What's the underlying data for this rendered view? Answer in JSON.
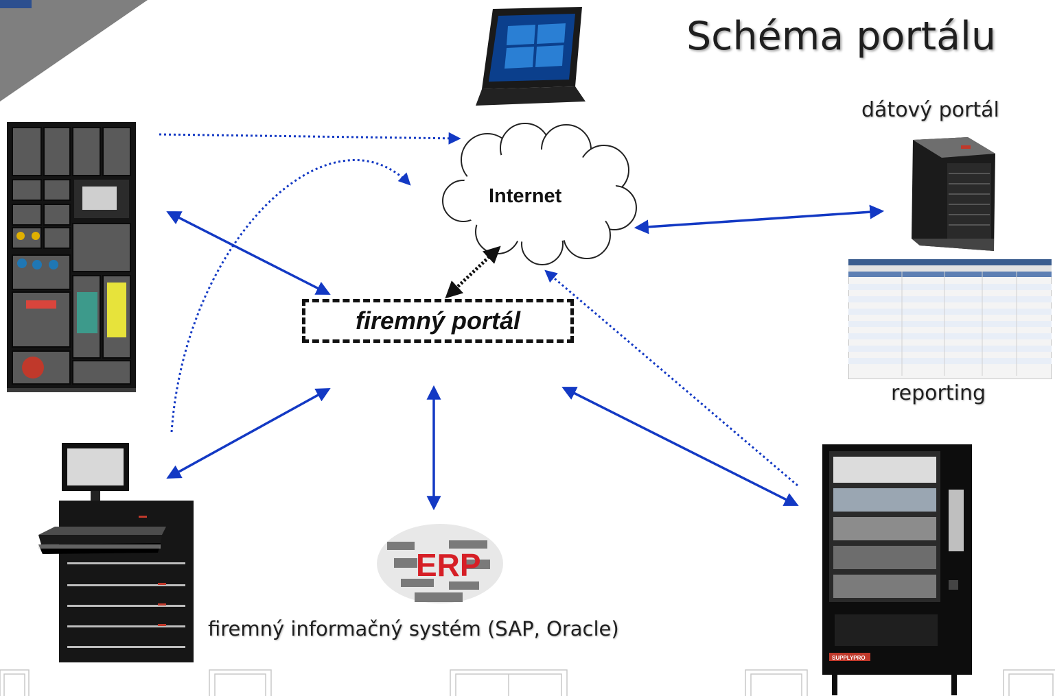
{
  "title": "Schéma portálu",
  "labels": {
    "data_portal": "dátový portál",
    "reporting": "reporting",
    "company_portal": "firemný portál",
    "internet": "Internet",
    "erp_system": "firemný informačný systém (SAP, Oracle)",
    "erp_cloud_word": "ERP",
    "vending_brand": "SUPPLYPRO"
  },
  "colors": {
    "arrow": "#1339c4",
    "corner_banner": "#7f7f7f",
    "corner_accent": "#2c4f8f",
    "portal_border": "#111111"
  },
  "icons": [
    "monitor-icon",
    "cloud-icon",
    "server-icon",
    "report-table-icon",
    "locker-cabinet-icon",
    "drawer-cabinet-icon",
    "vending-machine-icon",
    "erp-word-cloud-icon"
  ]
}
